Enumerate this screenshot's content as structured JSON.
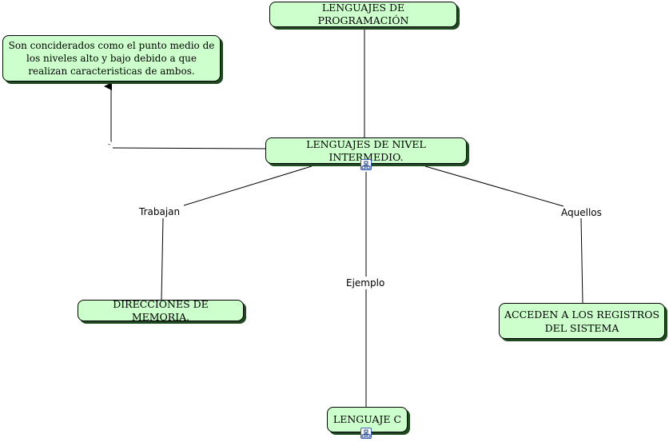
{
  "concepts": {
    "programming_languages": "LENGUAJES DE PROGRAMACIÓN",
    "description": "Son conciderados como el punto medio de los niveles alto y bajo debido a que realizan caracteristicas de ambos.",
    "intermediate_languages": "LENGUAJES DE NIVEL INTERMEDIO.",
    "memory_addresses": "DIRECCIONES DE MEMORIA.",
    "system_registers": "ACCEDEN A LOS REGISTROS DEL SISTEMA",
    "c_language": "LENGUAJE C"
  },
  "links": {
    "works": "Trabajan",
    "those": "Aquellos",
    "example": "Ejemplo",
    "dash": "-"
  },
  "icons": {
    "resource": "resource-hierarchy-icon"
  },
  "colors": {
    "node_fill": "#ccffcc",
    "node_shadow": "#1f4a1f",
    "line": "#000000"
  }
}
